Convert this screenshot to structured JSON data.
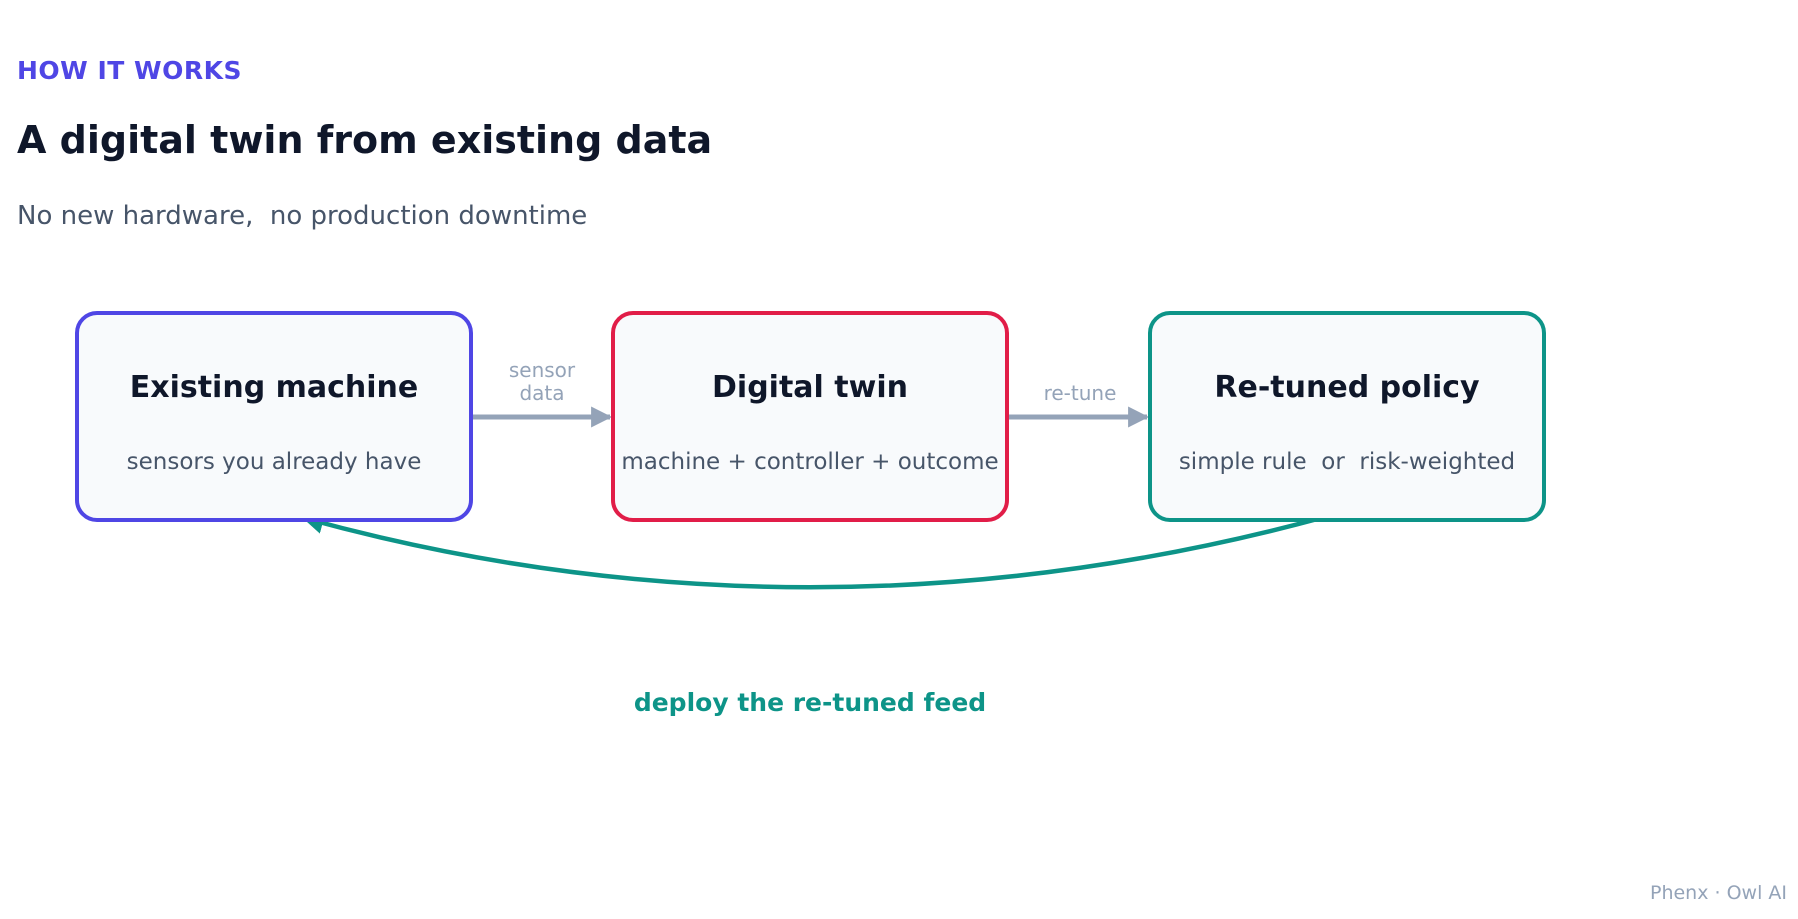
{
  "header": {
    "eyebrow": "HOW IT WORKS",
    "title": "A digital twin from existing data",
    "subtitle": "No new hardware,  no production downtime"
  },
  "nodes": [
    {
      "title": "Existing machine",
      "description": "sensors you already have",
      "color": "#4f46e5"
    },
    {
      "title": "Digital twin",
      "description": "machine + controller + outcome",
      "color": "#e11d48"
    },
    {
      "title": "Re-tuned policy",
      "description": "simple rule  or  risk-weighted",
      "color": "#0d9488"
    }
  ],
  "edges": [
    {
      "line1": "sensor",
      "line2": "data",
      "color": "#94a3b8"
    },
    {
      "line1": "re-tune",
      "color": "#94a3b8"
    }
  ],
  "feedback": {
    "label": "deploy the re-tuned feed",
    "color": "#0d9488"
  },
  "footer": {
    "credit": "Phenx · Owl AI"
  }
}
